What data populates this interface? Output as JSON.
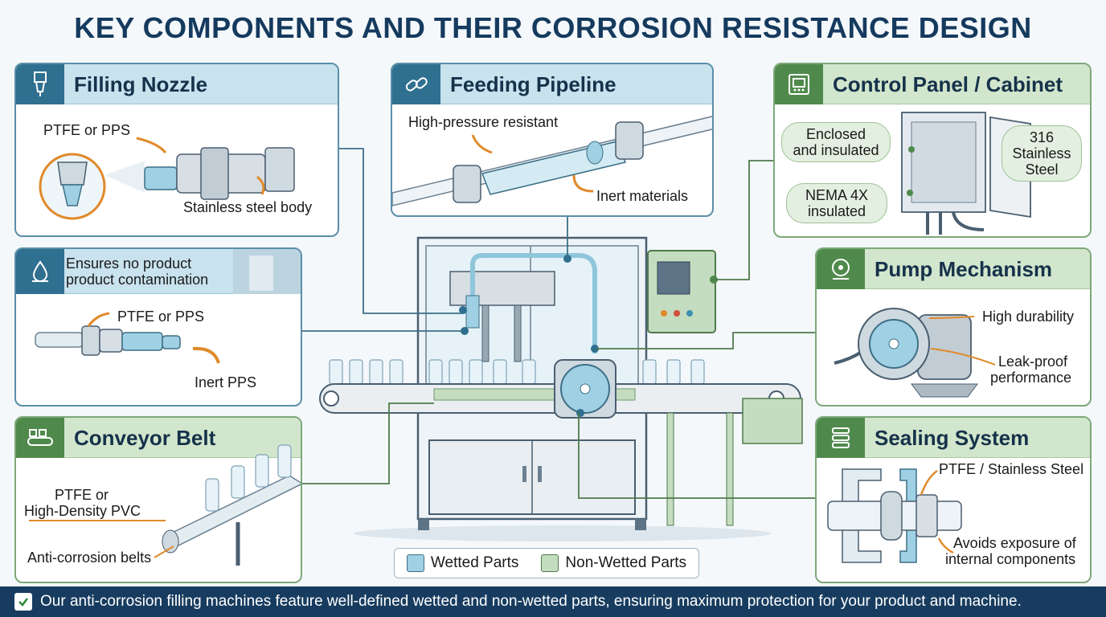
{
  "title": "KEY COMPONENTS AND THEIR CORROSION RESISTANCE DESIGN",
  "colors": {
    "wetted": "#9fd0e3",
    "non_wetted": "#c4dcc0",
    "accent_orange": "#e08a2a",
    "navy": "#173c5f"
  },
  "filling_nozzle": {
    "icon": "nozzle-icon",
    "title": "Filling Nozzle",
    "label_material": "PTFE or PPS",
    "label_body": "Stainless steel body"
  },
  "contamination": {
    "icon": "droplet-icon",
    "title_line1": "Ensures no product",
    "title_line2": "product contamination",
    "label_material": "PTFE or PPS",
    "label_inert": "Inert PPS"
  },
  "conveyor": {
    "icon": "conveyor-icon",
    "title": "Conveyor Belt",
    "label_material_line1": "PTFE or",
    "label_material_line2": "High-Density PVC",
    "label_belts": "Anti-corrosion belts"
  },
  "pipeline": {
    "icon": "pipe-link-icon",
    "title": "Feeding Pipeline",
    "label_pressure": "High-pressure resistant",
    "label_inert": "Inert materials"
  },
  "control_panel": {
    "icon": "control-panel-icon",
    "title": "Control Panel / Cabinet",
    "bubble_enclosed_line1": "Enclosed",
    "bubble_enclosed_line2": "and insulated",
    "bubble_nema_line1": "NEMA 4X",
    "bubble_nema_line2": "insulated",
    "bubble_steel_line1": "316",
    "bubble_steel_line2": "Stainless",
    "bubble_steel_line3": "Steel"
  },
  "pump": {
    "icon": "pump-icon",
    "title": "Pump Mechanism",
    "label_durability": "High durability",
    "label_leak_line1": "Leak-proof",
    "label_leak_line2": "performance"
  },
  "sealing": {
    "icon": "seal-icon",
    "title": "Sealing System",
    "label_material": "PTFE / Stainless Steel",
    "label_avoid_line1": "Avoids exposure of",
    "label_avoid_line2": "internal components"
  },
  "legend": {
    "wetted": "Wetted Parts",
    "non_wetted": "Non-Wetted Parts"
  },
  "footer": {
    "text": "Our anti-corrosion filling machines feature well-defined wetted and non-wetted parts, ensuring maximum protection for your product and machine."
  }
}
